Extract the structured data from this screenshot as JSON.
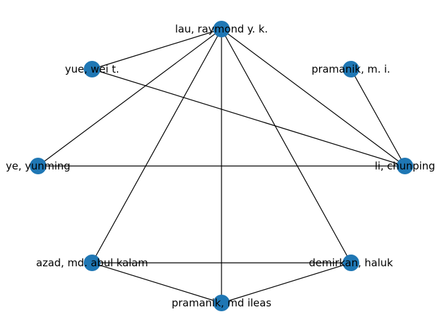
{
  "graph": {
    "node_color": "#1f77b4",
    "edge_color": "#000000",
    "nodes": [
      {
        "id": "lau",
        "label": "lau, raymond y. k."
      },
      {
        "id": "pramanik_mi",
        "label": "pramanik, m. i."
      },
      {
        "id": "li",
        "label": "li, chunping"
      },
      {
        "id": "demirkan",
        "label": "demirkan, haluk"
      },
      {
        "id": "pramanik_md",
        "label": "pramanik, md ileas"
      },
      {
        "id": "azad",
        "label": "azad, md. abul kalam"
      },
      {
        "id": "ye",
        "label": "ye, yunming"
      },
      {
        "id": "yue",
        "label": "yue, wei t."
      }
    ],
    "edges": [
      [
        "lau",
        "yue"
      ],
      [
        "lau",
        "ye"
      ],
      [
        "lau",
        "azad"
      ],
      [
        "lau",
        "pramanik_md"
      ],
      [
        "lau",
        "demirkan"
      ],
      [
        "lau",
        "li"
      ],
      [
        "yue",
        "li"
      ],
      [
        "ye",
        "li"
      ],
      [
        "pramanik_mi",
        "li"
      ],
      [
        "azad",
        "demirkan"
      ],
      [
        "azad",
        "pramanik_md"
      ],
      [
        "demirkan",
        "pramanik_md"
      ]
    ]
  }
}
